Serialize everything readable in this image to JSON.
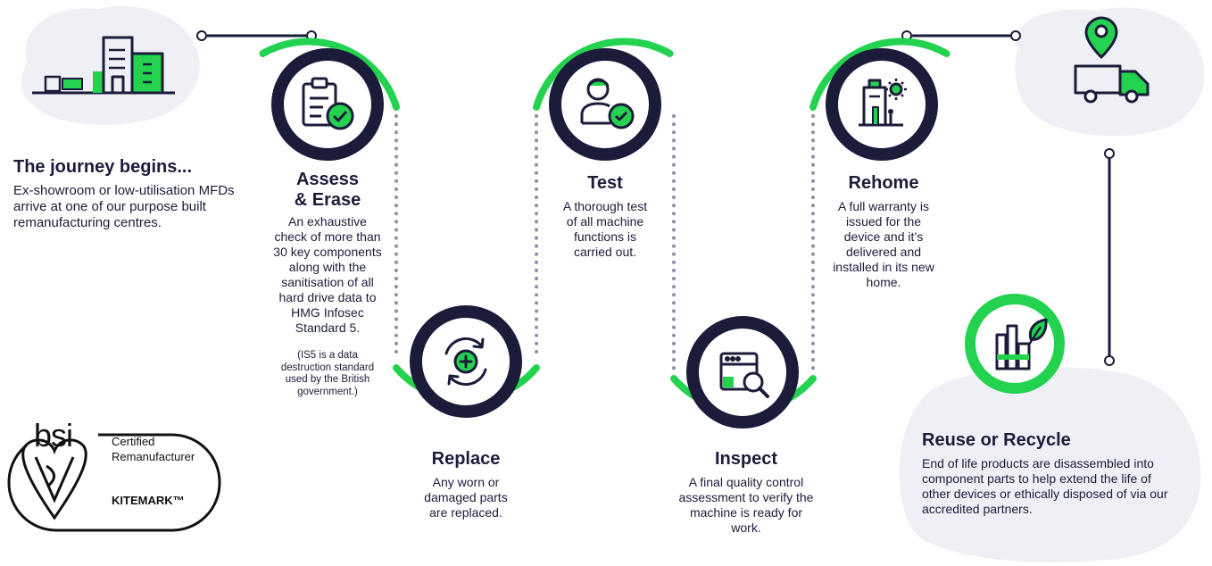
{
  "colors": {
    "navy": "#1a1c3a",
    "green": "#23d24f",
    "cloud": "#eef0f6",
    "dots": "#8a93a6"
  },
  "start": {
    "title": "The journey begins...",
    "description": "Ex-showroom or low-utilisation MFDs arrive at one of our purpose built remanufacturing centres."
  },
  "steps": {
    "assess": {
      "title_line1": "Assess",
      "title_line2": "& Erase",
      "description": "An exhaustive check of more than 30 key components along with the sanitisation of all hard drive data to HMG Infosec Standard 5.",
      "note": "(IS5 is a data destruction standard used by the British government.)",
      "icon": "clipboard-check-icon"
    },
    "replace": {
      "title": "Replace",
      "description": "Any worn or damaged parts are replaced.",
      "icon": "cycle-plus-icon"
    },
    "test": {
      "title": "Test",
      "description": "A thorough test of all machine functions is carried out.",
      "icon": "person-check-icon"
    },
    "inspect": {
      "title": "Inspect",
      "description": "A final quality control assessment to verify the machine is ready for work.",
      "icon": "server-search-icon"
    },
    "rehome": {
      "title": "Rehome",
      "description": "A full warranty is issued for the device and it’s delivered and installed in its new home.",
      "icon": "building-sun-icon"
    },
    "reuse": {
      "title": "Reuse or Recycle",
      "description": "End of life products are disassembled into component parts to help extend the life of other devices or ethically disposed of via our accredited partners.",
      "icon": "books-leaf-icon"
    }
  },
  "badge": {
    "logo": "bsi",
    "line1": "Certified",
    "line2": "Remanufacturer",
    "kitemark": "KITEMARK™"
  }
}
